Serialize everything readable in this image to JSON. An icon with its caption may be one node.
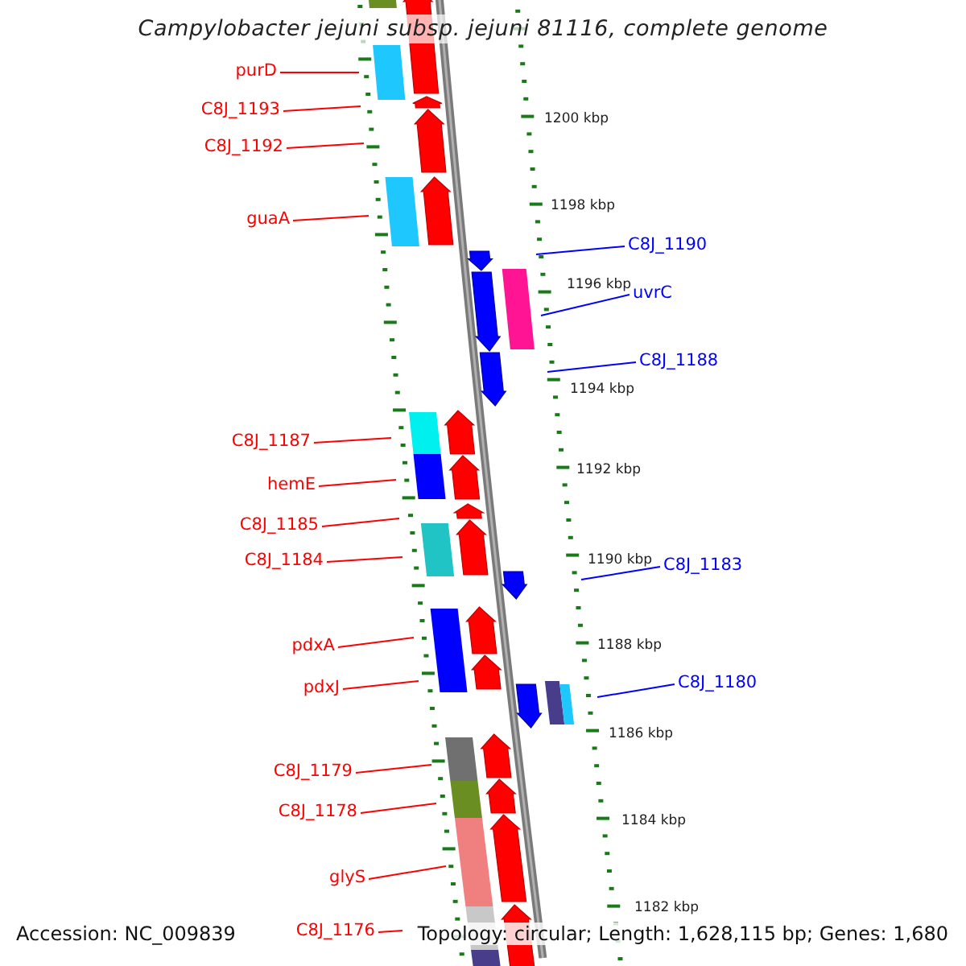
{
  "diagram": {
    "title": "Campylobacter jejuni subsp. jejuni 81116, complete genome",
    "nodes": [
      {
        "text": [
          "purD"
        ]
      },
      {
        "text": [
          "C8J_1193"
        ]
      },
      {
        "text": [
          "C8J_1192"
        ]
      },
      {
        "text": [
          "guaA"
        ]
      },
      {
        "text": [
          "C8J_1190"
        ]
      },
      {
        "text": [
          "uvrC"
        ]
      },
      {
        "text": [
          "C8J_1188"
        ]
      },
      {
        "text": [
          "C8J_1187"
        ]
      },
      {
        "text": [
          "hemE"
        ]
      },
      {
        "text": [
          "C8J_1185"
        ]
      },
      {
        "text": [
          "C8J_1184"
        ]
      },
      {
        "text": [
          "C8J_1183"
        ]
      },
      {
        "text": [
          "pdxA"
        ]
      },
      {
        "text": [
          "C8J_1180"
        ]
      },
      {
        "text": [
          "pdxJ"
        ]
      },
      {
        "text": [
          "C8J_1179"
        ]
      },
      {
        "text": [
          "C8J_1178"
        ]
      },
      {
        "text": [
          "glyS"
        ]
      },
      {
        "text": [
          "C8J_1176"
        ]
      }
    ],
    "edges": [
      {
        "from": 0,
        "to": null,
        "arrow": "none"
      },
      {
        "from": 1,
        "to": null,
        "arrow": "none"
      },
      {
        "from": 2,
        "to": null,
        "arrow": "none"
      },
      {
        "from": 3,
        "to": null,
        "arrow": "none"
      },
      {
        "from": 4,
        "to": null,
        "arrow": "none",
        "color": "#0000ff"
      },
      {
        "from": 5,
        "to": null,
        "arrow": "none",
        "color": "#0000ff"
      },
      {
        "from": 6,
        "to": null,
        "arrow": "none",
        "color": "#0000ff"
      },
      {
        "from": 7,
        "to": null,
        "arrow": "none"
      },
      {
        "from": 8,
        "to": null,
        "arrow": "none"
      },
      {
        "from": 9,
        "to": null,
        "arrow": "none"
      },
      {
        "from": 10,
        "to": null,
        "arrow": "none"
      },
      {
        "from": 11,
        "to": null,
        "arrow": "none",
        "color": "#0000ff"
      },
      {
        "from": 12,
        "to": null,
        "arrow": "none"
      },
      {
        "from": 13,
        "to": null,
        "arrow": "none",
        "color": "#0000ff"
      },
      {
        "from": 14,
        "to": null,
        "arrow": "none"
      },
      {
        "from": 15,
        "to": null,
        "arrow": "none"
      },
      {
        "from": 16,
        "to": null,
        "arrow": "none"
      },
      {
        "from": 17,
        "to": null,
        "arrow": "none"
      },
      {
        "from": 18,
        "to": null,
        "arrow": "none"
      }
    ],
    "labels": [
      "1200 kbp",
      "1198 kbp",
      "1196 kbp",
      "1194 kbp",
      "1192 kbp",
      "1190 kbp",
      "1188 kbp",
      "1186 kbp",
      "1184 kbp",
      "1182 kbp",
      "Accession: NC_009839",
      "Topology: circular; Length: 1,628,115 bp; Genes: 1,680"
    ]
  }
}
